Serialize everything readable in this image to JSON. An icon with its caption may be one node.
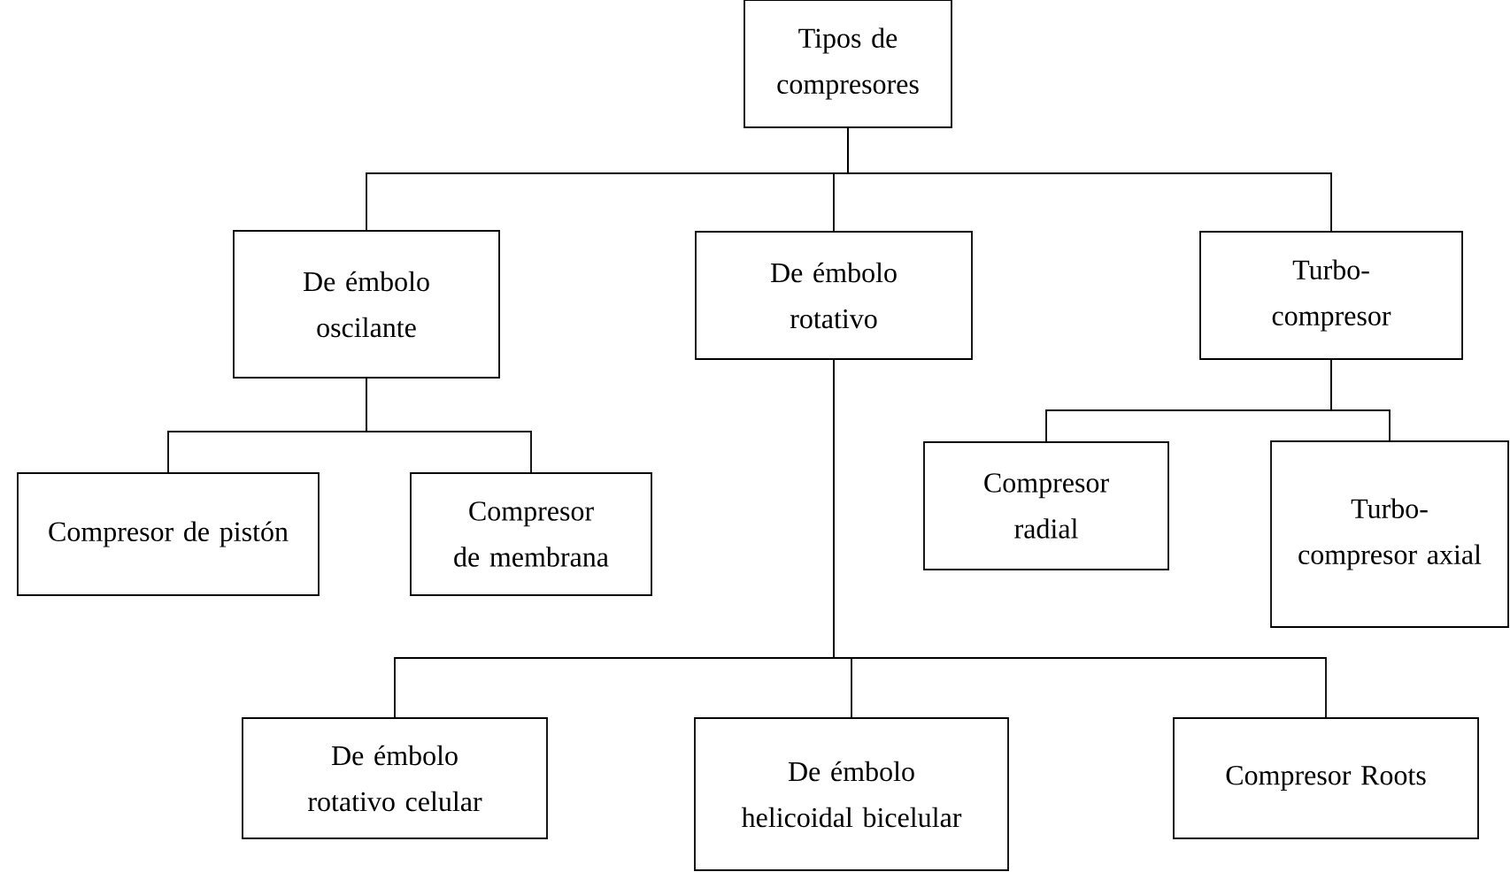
{
  "diagram": {
    "nodes": [
      {
        "text": [
          "Tipos de compresores"
        ]
      },
      {
        "text": [
          "De émbolo oscilante"
        ]
      },
      {
        "text": [
          "De émbolo rotativo"
        ]
      },
      {
        "text": [
          "Turbo-compresor"
        ]
      },
      {
        "text": [
          "Compresor de pistón"
        ]
      },
      {
        "text": [
          "Compresor de membrana"
        ]
      },
      {
        "text": [
          "Compresor radial"
        ]
      },
      {
        "text": [
          "Turbo-compresor axial"
        ]
      },
      {
        "text": [
          "De émbolo rotativo celular"
        ]
      },
      {
        "text": [
          "De émbolo helicoidal bicelular"
        ]
      },
      {
        "text": [
          "Compresor Roots"
        ]
      }
    ],
    "edges": [
      {
        "from": 0,
        "to": 1,
        "arrow": "none"
      },
      {
        "from": 0,
        "to": 2,
        "arrow": "none"
      },
      {
        "from": 0,
        "to": 3,
        "arrow": "none"
      },
      {
        "from": 1,
        "to": 4,
        "arrow": "none"
      },
      {
        "from": 1,
        "to": 5,
        "arrow": "none"
      },
      {
        "from": 3,
        "to": 6,
        "arrow": "none"
      },
      {
        "from": 3,
        "to": 7,
        "arrow": "none"
      },
      {
        "from": 2,
        "to": 8,
        "arrow": "none"
      },
      {
        "from": 2,
        "to": 9,
        "arrow": "none"
      },
      {
        "from": 2,
        "to": 10,
        "arrow": "none"
      }
    ]
  }
}
